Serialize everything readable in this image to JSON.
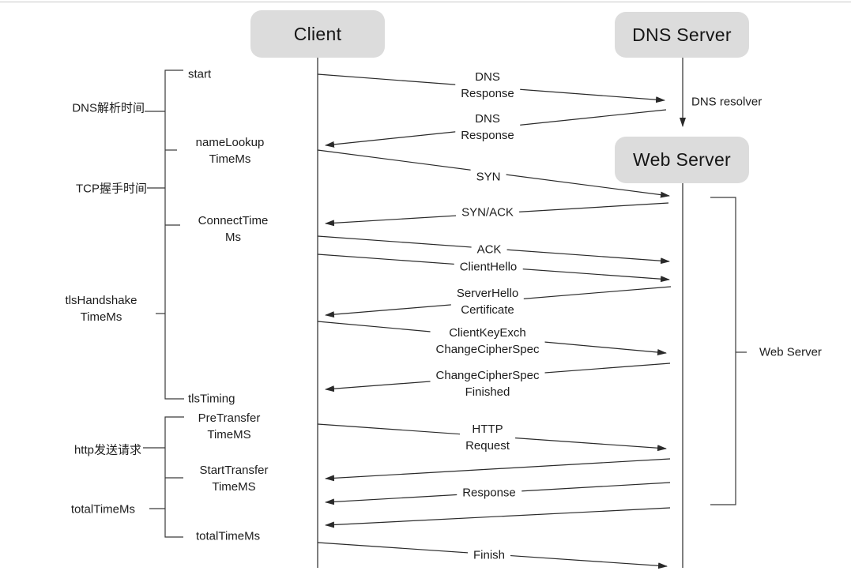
{
  "nodes": {
    "client": "Client",
    "dns_server": "DNS Server",
    "web_server": "Web Server"
  },
  "annotations": {
    "dns_resolver": "DNS resolver",
    "web_server_bracket": "Web Server"
  },
  "timeline_labels": {
    "start": "start",
    "dns_resolution_cn": "DNS解析时间",
    "name_lookup": "nameLookup\nTimeMs",
    "tcp_handshake_cn": "TCP握手时间",
    "connect_time": "ConnectTime\nMs",
    "tls_handshake": "tlsHandshake\nTimeMs",
    "tls_timing": "tlsTiming",
    "pre_transfer": "PreTransfer\nTimeMS",
    "http_send_cn": "http发送请求",
    "start_transfer": "StartTransfer\nTimeMS",
    "total_time": "totalTimeMs",
    "total_time_end": "totalTimeMs"
  },
  "messages": [
    {
      "label": "DNS\nResponse",
      "from": "Client",
      "to": "DNS Server"
    },
    {
      "label": "DNS\nResponse",
      "from": "DNS Server",
      "to": "Client"
    },
    {
      "label": "SYN",
      "from": "Client",
      "to": "Web Server"
    },
    {
      "label": "SYN/ACK",
      "from": "Web Server",
      "to": "Client"
    },
    {
      "label": "ACK",
      "from": "Client",
      "to": "Web Server"
    },
    {
      "label": "ClientHello",
      "from": "Client",
      "to": "Web Server"
    },
    {
      "label": "ServerHello\nCertificate",
      "from": "Web Server",
      "to": "Client"
    },
    {
      "label": "ClientKeyExch\nChangeCipherSpec",
      "from": "Client",
      "to": "Web Server"
    },
    {
      "label": "ChangeCipherSpec\nFinished",
      "from": "Web Server",
      "to": "Client"
    },
    {
      "label": "HTTP\nRequest",
      "from": "Client",
      "to": "Web Server"
    },
    {
      "label": "Response",
      "from": "Web Server",
      "to": "Client"
    },
    {
      "label": "Finish",
      "from": "Client",
      "to": "Web Server"
    }
  ],
  "colors": {
    "node_fill": "#dcdcdc",
    "line": "#2a2a2a",
    "text": "#1c1c1c"
  }
}
